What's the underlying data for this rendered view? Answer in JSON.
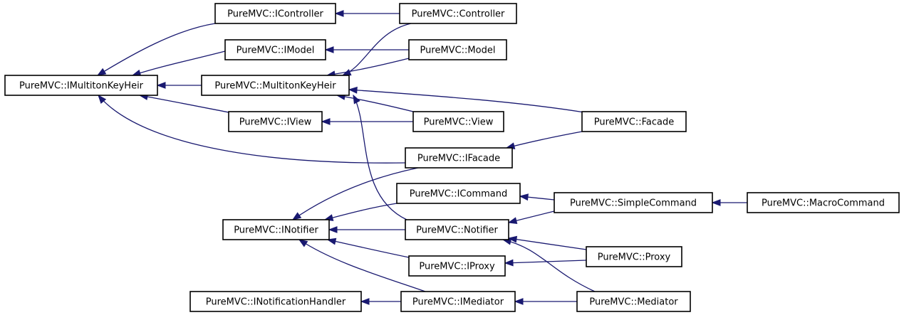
{
  "diagram": {
    "type": "class-inheritance-graph",
    "colors": {
      "edge": "#191970",
      "node_border": "#000000",
      "node_fill": "#ffffff",
      "text": "#000000",
      "background": "#ffffff"
    },
    "nodes": [
      {
        "id": "IMultitonKeyHeir",
        "label": "PureMVC::IMultitonKeyHeir"
      },
      {
        "id": "IController",
        "label": "PureMVC::IController"
      },
      {
        "id": "IModel",
        "label": "PureMVC::IModel"
      },
      {
        "id": "MultitonKeyHeir",
        "label": "PureMVC::MultitonKeyHeir"
      },
      {
        "id": "IView",
        "label": "PureMVC::IView"
      },
      {
        "id": "Controller",
        "label": "PureMVC::Controller"
      },
      {
        "id": "Model",
        "label": "PureMVC::Model"
      },
      {
        "id": "View",
        "label": "PureMVC::View"
      },
      {
        "id": "IFacade",
        "label": "PureMVC::IFacade"
      },
      {
        "id": "Facade",
        "label": "PureMVC::Facade"
      },
      {
        "id": "ICommand",
        "label": "PureMVC::ICommand"
      },
      {
        "id": "SimpleCommand",
        "label": "PureMVC::SimpleCommand"
      },
      {
        "id": "MacroCommand",
        "label": "PureMVC::MacroCommand"
      },
      {
        "id": "INotifier",
        "label": "PureMVC::INotifier"
      },
      {
        "id": "Notifier",
        "label": "PureMVC::Notifier"
      },
      {
        "id": "IProxy",
        "label": "PureMVC::IProxy"
      },
      {
        "id": "Proxy",
        "label": "PureMVC::Proxy"
      },
      {
        "id": "INotificationHandler",
        "label": "PureMVC::INotificationHandler"
      },
      {
        "id": "IMediator",
        "label": "PureMVC::IMediator"
      },
      {
        "id": "Mediator",
        "label": "PureMVC::Mediator"
      }
    ],
    "edges": [
      {
        "from": "IController",
        "to": "IMultitonKeyHeir"
      },
      {
        "from": "IModel",
        "to": "IMultitonKeyHeir"
      },
      {
        "from": "MultitonKeyHeir",
        "to": "IMultitonKeyHeir"
      },
      {
        "from": "IView",
        "to": "IMultitonKeyHeir"
      },
      {
        "from": "IFacade",
        "to": "IMultitonKeyHeir"
      },
      {
        "from": "Controller",
        "to": "IController"
      },
      {
        "from": "Controller",
        "to": "MultitonKeyHeir"
      },
      {
        "from": "Model",
        "to": "IModel"
      },
      {
        "from": "Model",
        "to": "MultitonKeyHeir"
      },
      {
        "from": "View",
        "to": "IView"
      },
      {
        "from": "View",
        "to": "MultitonKeyHeir"
      },
      {
        "from": "Facade",
        "to": "MultitonKeyHeir"
      },
      {
        "from": "Facade",
        "to": "IFacade"
      },
      {
        "from": "Notifier",
        "to": "MultitonKeyHeir"
      },
      {
        "from": "IFacade",
        "to": "INotifier"
      },
      {
        "from": "ICommand",
        "to": "INotifier"
      },
      {
        "from": "Notifier",
        "to": "INotifier"
      },
      {
        "from": "IProxy",
        "to": "INotifier"
      },
      {
        "from": "IMediator",
        "to": "INotifier"
      },
      {
        "from": "SimpleCommand",
        "to": "ICommand"
      },
      {
        "from": "SimpleCommand",
        "to": "Notifier"
      },
      {
        "from": "MacroCommand",
        "to": "SimpleCommand"
      },
      {
        "from": "Proxy",
        "to": "Notifier"
      },
      {
        "from": "Proxy",
        "to": "IProxy"
      },
      {
        "from": "Mediator",
        "to": "Notifier"
      },
      {
        "from": "Mediator",
        "to": "IMediator"
      },
      {
        "from": "IMediator",
        "to": "INotificationHandler"
      }
    ]
  }
}
